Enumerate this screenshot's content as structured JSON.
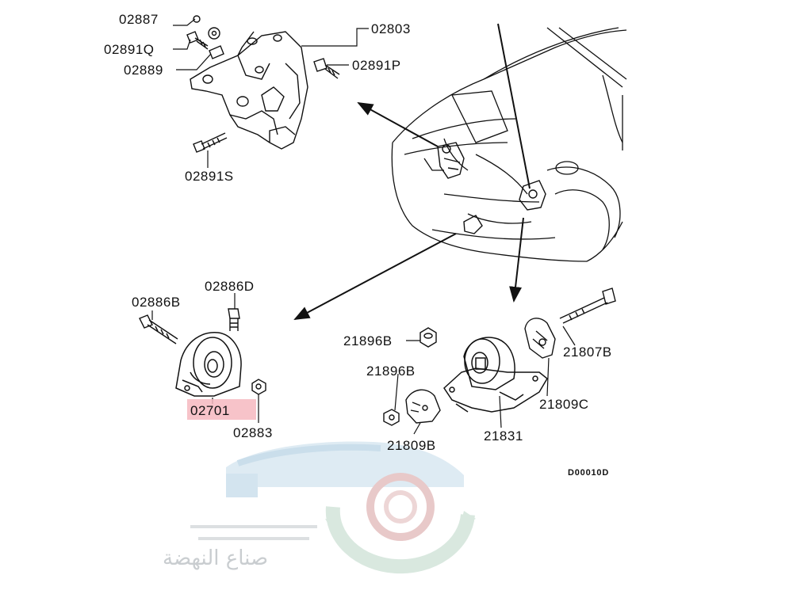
{
  "diagram": {
    "title": "Engine mount exploded parts diagram",
    "drawing_code": "D00010D",
    "highlighted_part": "02701",
    "labels": {
      "p02887": "02887",
      "p02891q": "02891Q",
      "p02889": "02889",
      "p02803": "02803",
      "p02891p": "02891P",
      "p02891s": "02891S",
      "p02886b": "02886B",
      "p02886d": "02886D",
      "p02701": "02701",
      "p02883": "02883",
      "p21896b_top": "21896B",
      "p21896b_bottom": "21896B",
      "p21807b": "21807B",
      "p21809c": "21809C",
      "p21809b": "21809B",
      "p21831": "21831"
    },
    "colors": {
      "ink": "#111111",
      "highlight": "#f6b8c0",
      "watermark_blue": "#bfd6e6",
      "watermark_gray": "#d4d8da",
      "watermark_red": "#e3b3b3"
    }
  },
  "watermark": {
    "text": "صناع النهضة"
  }
}
